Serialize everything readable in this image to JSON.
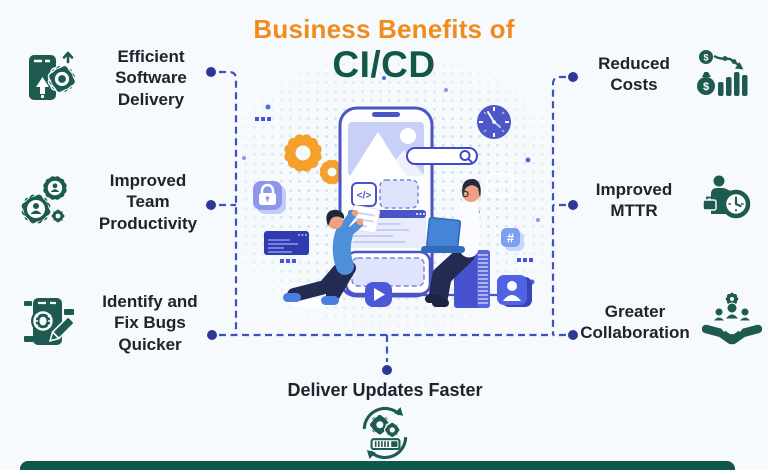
{
  "title": {
    "prefix": "Business Benefits of",
    "main": "CI/CD"
  },
  "benefits": {
    "left": [
      {
        "line1": "Efficient",
        "line2": "Software Delivery",
        "icon": "phone-gear-delivery-icon"
      },
      {
        "line1": "Improved",
        "line2": "Team Productivity",
        "icon": "team-gears-icon"
      },
      {
        "line1": "Identify and",
        "line2": "Fix Bugs Quicker",
        "icon": "bug-search-icon"
      }
    ],
    "right": [
      {
        "line1": "Reduced",
        "line2": "Costs",
        "icon": "cost-decline-icon"
      },
      {
        "line1": "Improved",
        "line2": "MTTR",
        "icon": "person-clock-icon"
      },
      {
        "line1": "Greater",
        "line2": "Collaboration",
        "icon": "handshake-team-icon"
      }
    ],
    "bottom": {
      "label": "Deliver Updates Faster",
      "icon": "update-cycle-icon"
    }
  },
  "illustration": {
    "code_glyph": "</>",
    "hash_glyph": "#"
  },
  "icon_glyphs": {
    "dollar": "$"
  },
  "colors": {
    "background": "#f6fafd",
    "accent_orange": "#f08c1e",
    "brand_teal": "#14564a",
    "icon_teal": "#1d5a50",
    "connector_line": "#3f51c1",
    "connector_dot": "#2b3896",
    "illustration_indigo": "#4a54c6",
    "illustration_orange": "#f5a02b",
    "footer_bar": "#0f564b"
  }
}
